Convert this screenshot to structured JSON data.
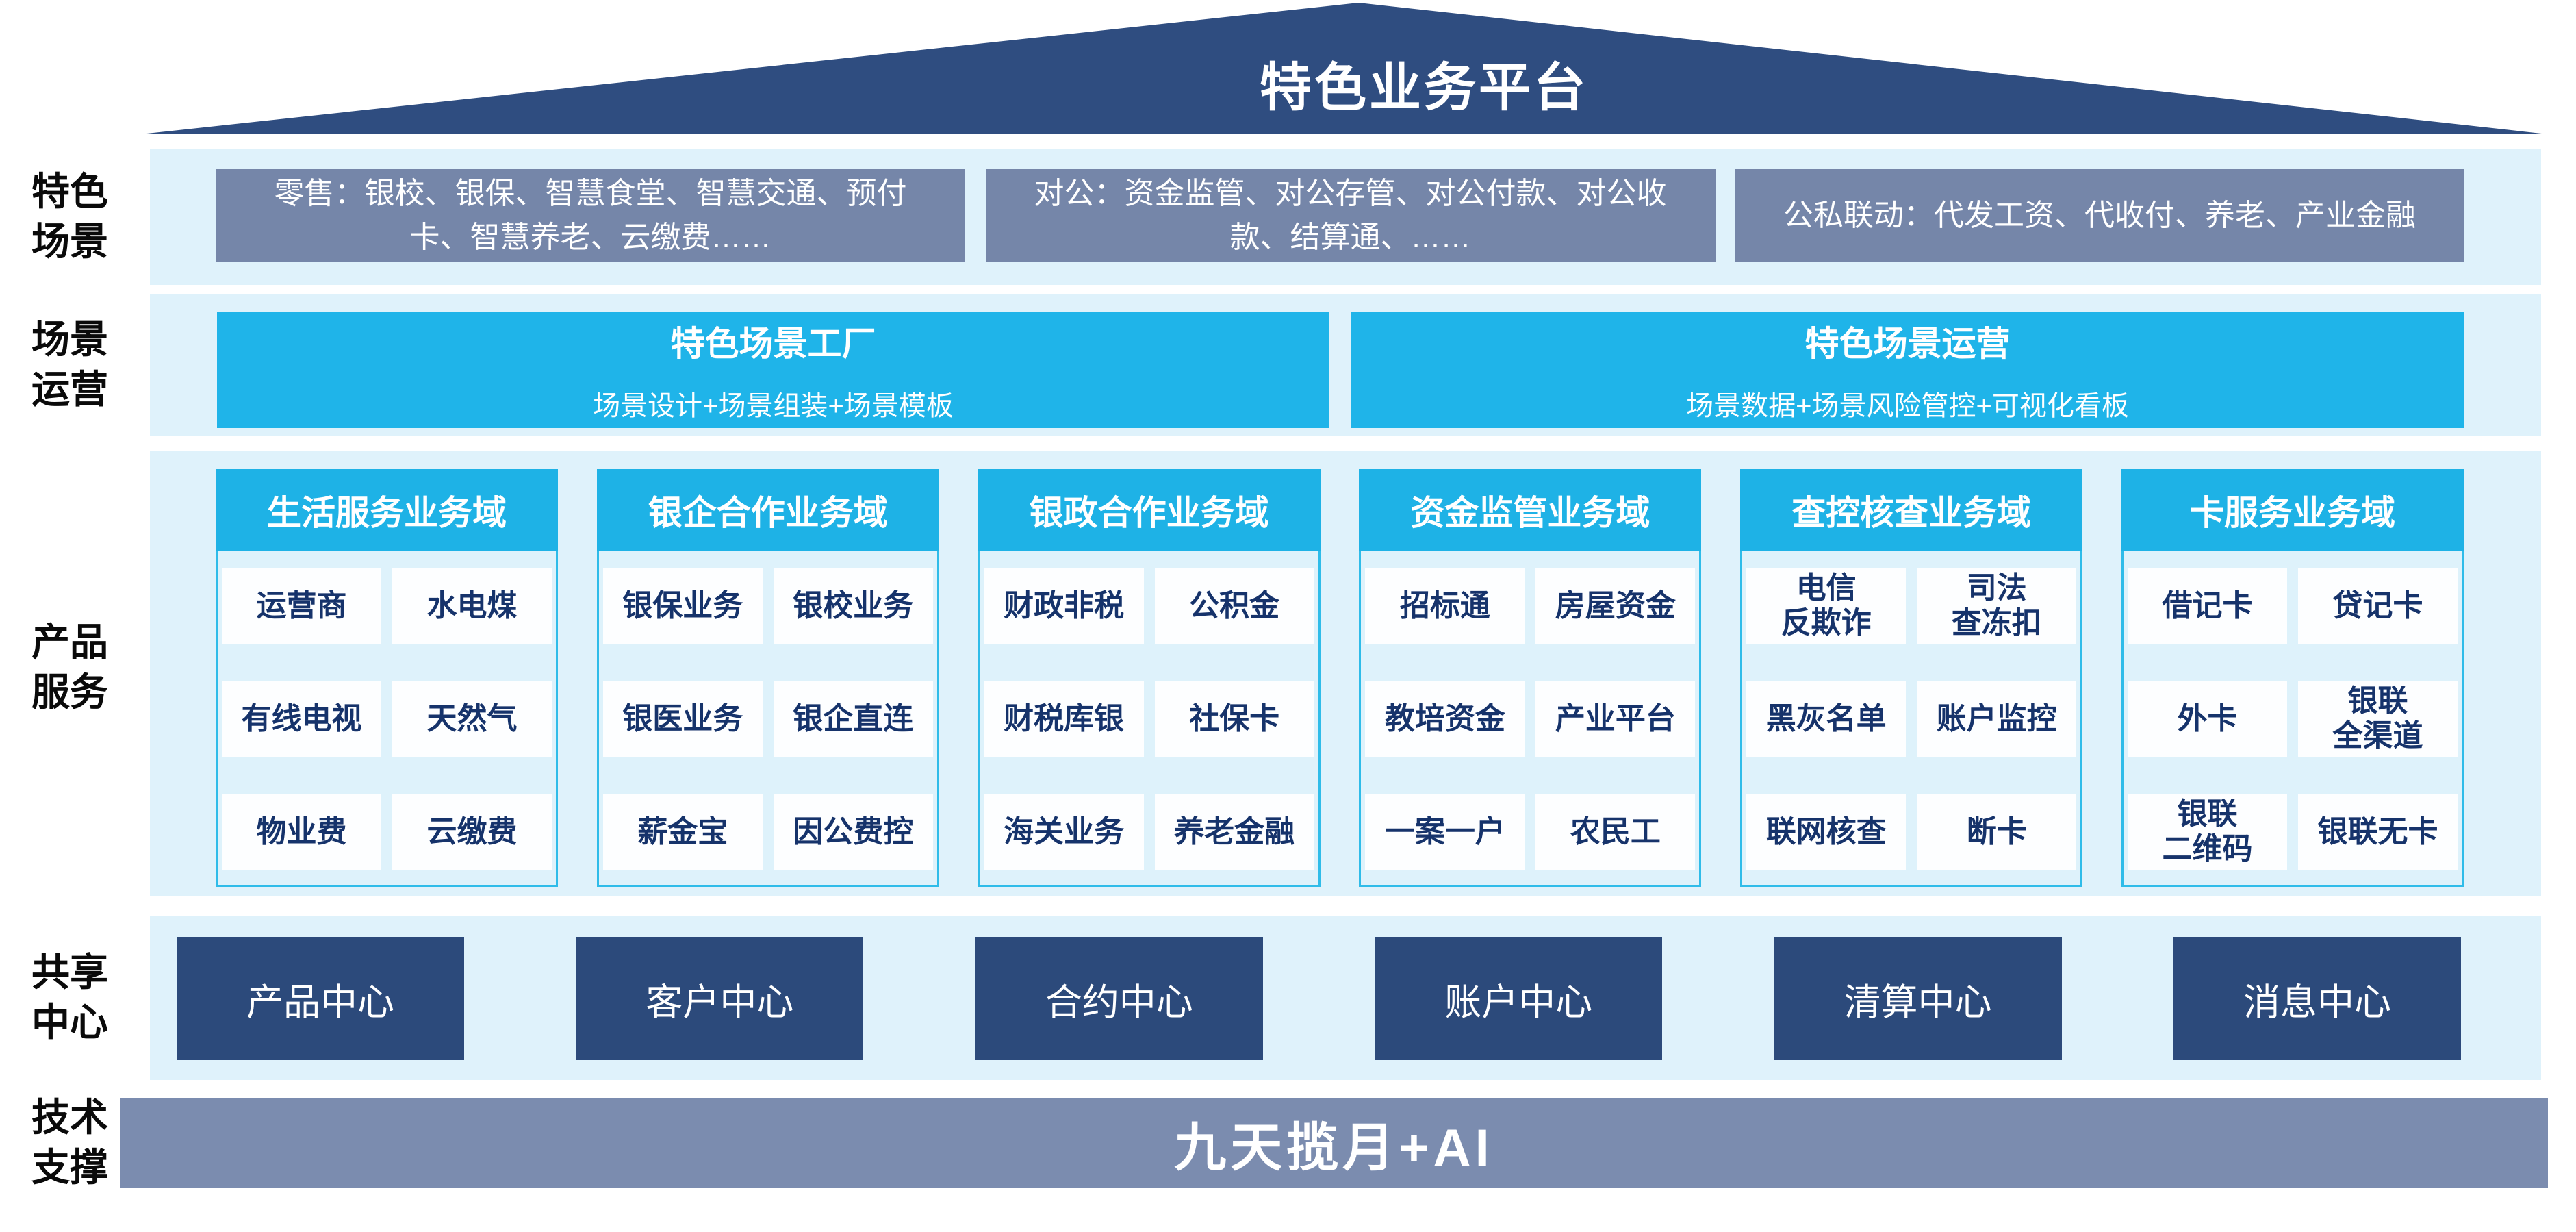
{
  "colors": {
    "roof_navy": "#2F4D80",
    "center_box_navy": "#2C4A7B",
    "scene_slate": "#7586A9",
    "tech_bar_slate": "#7B8CAF",
    "cyan_accent": "#1FB4E9",
    "panel_border_cyan": "#2FBCE9",
    "band_light_blue": "#DFF2FB",
    "cell_text_navy": "#16336B"
  },
  "roof": {
    "title": "特色业务平台"
  },
  "side_labels": [
    "特色\n场景",
    "场景\n运营",
    "产品\n服务",
    "共享\n中心",
    "技术\n支撑"
  ],
  "scenes": {
    "items": [
      "零售：银校、银保、智慧食堂、智慧交通、预付\n卡、智慧养老、云缴费……",
      "对公：资金监管、对公存管、对公付款、对公收\n款、结算通、……",
      "公私联动：代发工资、代收付、养老、产业金融"
    ]
  },
  "operations": {
    "boxes": [
      {
        "title": "特色场景工厂",
        "subtitle": "场景设计+场景组装+场景模板"
      },
      {
        "title": "特色场景运营",
        "subtitle": "场景数据+场景风险管控+可视化看板"
      }
    ]
  },
  "products": {
    "columns": [
      {
        "header": "生活服务业务域",
        "items": [
          "运营商",
          "水电煤",
          "有线电视",
          "天然气",
          "物业费",
          "云缴费"
        ]
      },
      {
        "header": "银企合作业务域",
        "items": [
          "银保业务",
          "银校业务",
          "银医业务",
          "银企直连",
          "薪金宝",
          "因公费控"
        ]
      },
      {
        "header": "银政合作业务域",
        "items": [
          "财政非税",
          "公积金",
          "财税库银",
          "社保卡",
          "海关业务",
          "养老金融"
        ]
      },
      {
        "header": "资金监管业务域",
        "items": [
          "招标通",
          "房屋资金",
          "教培资金",
          "产业平台",
          "一案一户",
          "农民工"
        ]
      },
      {
        "header": "查控核查业务域",
        "items": [
          "电信\n反欺诈",
          "司法\n查冻扣",
          "黑灰名单",
          "账户监控",
          "联网核查",
          "断卡"
        ]
      },
      {
        "header": "卡服务业务域",
        "items": [
          "借记卡",
          "贷记卡",
          "外卡",
          "银联\n全渠道",
          "银联\n二维码",
          "银联无卡"
        ]
      }
    ]
  },
  "shared_centers": [
    "产品中心",
    "客户中心",
    "合约中心",
    "账户中心",
    "清算中心",
    "消息中心"
  ],
  "tech_support": {
    "label": "九天揽月+AI"
  }
}
